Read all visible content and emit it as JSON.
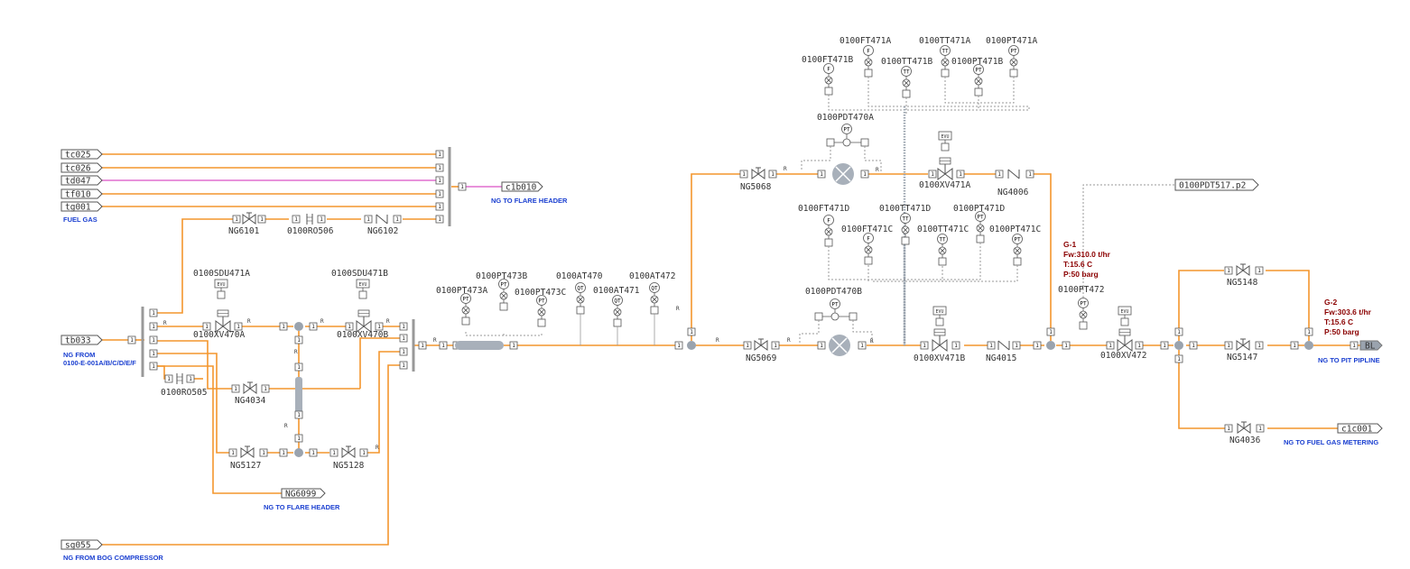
{
  "colors": {
    "process": "#f4962d",
    "pink": "#e16fcf",
    "instrument": "#8a8a8a",
    "label_blue": "#1a3fd0",
    "status_red": "#8b0000"
  },
  "inputs": {
    "tc025": "tc025",
    "tc026": "tc026",
    "td047": "td047",
    "tf010": "tf010",
    "tg001": "tg001",
    "fuel_gas": "FUEL GAS",
    "tb033": "tb033",
    "ng_from_l1": "NG FROM",
    "ng_from_l2": "0100-E-001A/B/C/D/E/F",
    "sg055": "sg055",
    "bog": "NG FROM BOG COMPRESSOR"
  },
  "outputs": {
    "c1b010": "c1b010",
    "c1b010_label": "NG TO FLARE HEADER",
    "ng6099": "NG6099",
    "ng6099_label": "NG TO FLARE HEADER",
    "pdt517": "0100PDT517.p2",
    "c1c001": "c1c001",
    "c1c001_label": "NG TO FUEL GAS METERING",
    "bl": "BL",
    "bl_label": "NG TO PIT PIPLINE"
  },
  "equipment": {
    "ng6101": "NG6101",
    "ro506": "0100RO506",
    "ng6102": "NG6102",
    "sdu471a": "0100SDU471A",
    "sdu471b": "0100SDU471B",
    "xv470a": "0100XV470A",
    "xv470b": "0100XV470B",
    "ro505": "0100RO505",
    "ng4034": "NG4034",
    "ng5127": "NG5127",
    "ng5128": "NG5128",
    "pt473a": "0100PT473A",
    "pt473b": "0100PT473B",
    "pt473c": "0100PT473C",
    "at470": "0100AT470",
    "at471": "0100AT471",
    "at472": "0100AT472",
    "ng5068": "NG5068",
    "ng5069": "NG5069",
    "pdt470a": "0100PDT470A",
    "pdt470b": "0100PDT470B",
    "xv471a": "0100XV471A",
    "xv471b": "0100XV471B",
    "ng4006": "NG4006",
    "ng4015": "NG4015",
    "ft471a": "0100FT471A",
    "tt471a": "0100TT471A",
    "pt471a": "0100PT471A",
    "ft471b": "0100FT471B",
    "tt471b": "0100TT471B",
    "pt471b": "0100PT471B",
    "ft471d": "0100FT471D",
    "tt471d": "0100TT471D",
    "pt471d": "0100PT471D",
    "ft471c": "0100FT471C",
    "tt471c": "0100TT471C",
    "pt471c": "0100PT471C",
    "pt472": "0100PT472",
    "xv472": "0100XV472",
    "ng5148": "NG5148",
    "ng5147": "NG5147",
    "ng4036": "NG4036",
    "evu": "EVU"
  },
  "status": {
    "g1": {
      "name": "G-1",
      "fw": "Fw:310.0  t/hr",
      "t": "T:15.6  C",
      "p": "P:50  barg"
    },
    "g2": {
      "name": "G-2",
      "fw": "Fw:303.6  t/hr",
      "t": "T:15.6  C",
      "p": "P:50  barg"
    }
  },
  "icons": [
    "gate-valve-icon",
    "check-valve-icon",
    "restriction-orifice-icon",
    "filter-icon",
    "strainer-icon",
    "pressure-transmitter-icon",
    "flow-transmitter-icon",
    "temperature-transmitter-icon",
    "analyzer-icon",
    "shutdown-valve-icon",
    "junction-icon"
  ]
}
